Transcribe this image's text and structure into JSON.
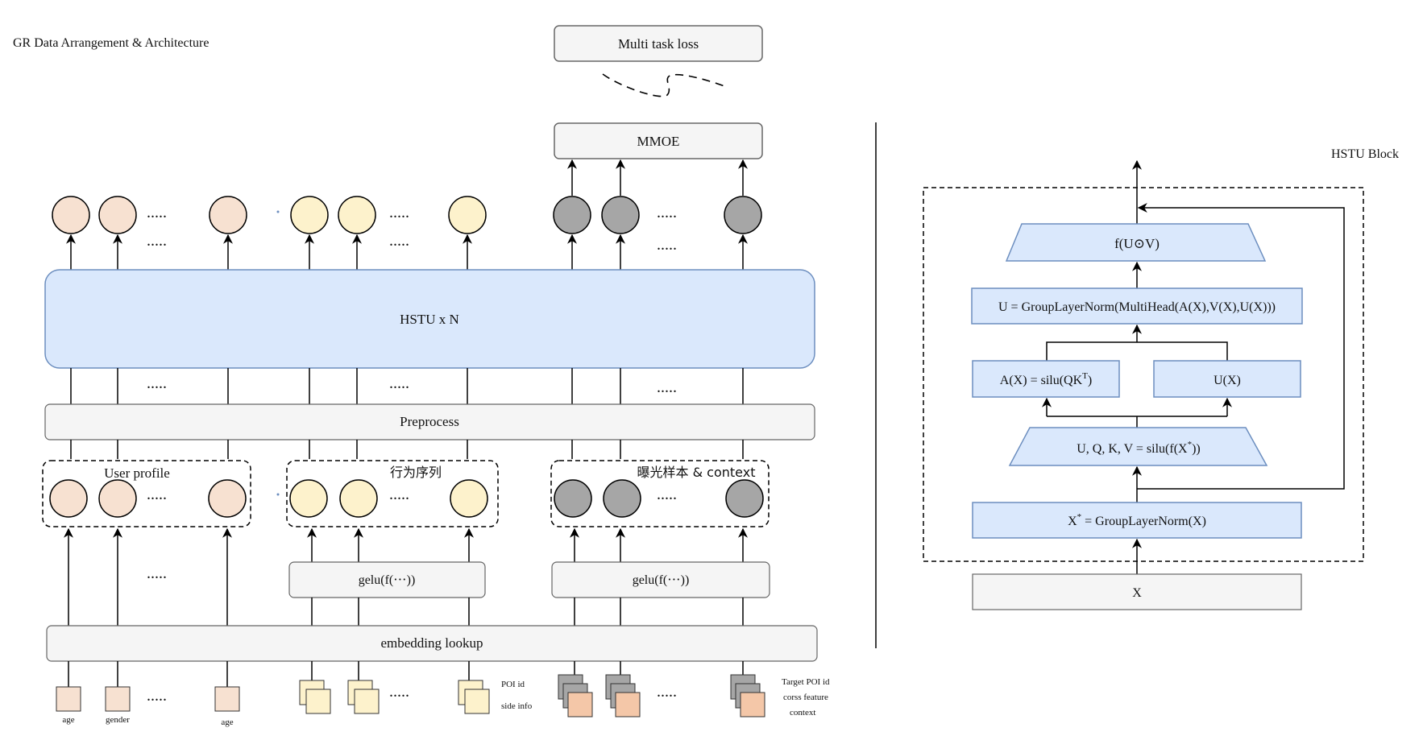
{
  "title": "GR Data Arrangement & Architecture",
  "colors": {
    "peach": "#f7e1d1",
    "cream": "#fdf2cc",
    "gray": "#a6a6a6",
    "blue_fill": "#dae8fc",
    "blue_stroke": "#6c8ebf",
    "box_fill": "#f5f5f5",
    "box_stroke": "#666666",
    "dark_stroke": "#333333"
  },
  "left": {
    "multi_task_loss": "Multi task loss",
    "mmoe": "MMOE",
    "hstu": "HSTU x N",
    "preprocess": "Preprocess",
    "embedding": "embedding lookup",
    "gelu_a": "gelu(f(⋅⋅⋅))",
    "gelu_b": "gelu(f(⋅⋅⋅))",
    "ellipsis": ".....",
    "groups": {
      "user": "User profile",
      "behavior": "行为序列",
      "exposure": "曝光样本 & context"
    },
    "inputs": {
      "age1": "age",
      "gender": "gender",
      "age2": "age",
      "poi_id": "POI id",
      "side_info": "side info",
      "target_poi": "Target POI id",
      "cross_feature": "corss feature",
      "context": "context"
    }
  },
  "right": {
    "title": "HSTU Block",
    "f_uv": "f(U",
    "f_uv_end": "V)",
    "odot": "⊙",
    "u_eq": "U = GroupLayerNorm(MultiHead(A(X),V(X),U(X)))",
    "ax": "A(X) = silu(QK",
    "ax_sup": "T",
    "ax_end": ")",
    "ux": "U(X)",
    "uqkv": "U, Q, K, V = silu(f(X",
    "uqkv_sup": "*",
    "uqkv_end": "))",
    "xstar": "X",
    "xstar_sup": "*",
    "xstar_end": " = GroupLayerNorm(X)",
    "x": "X"
  }
}
